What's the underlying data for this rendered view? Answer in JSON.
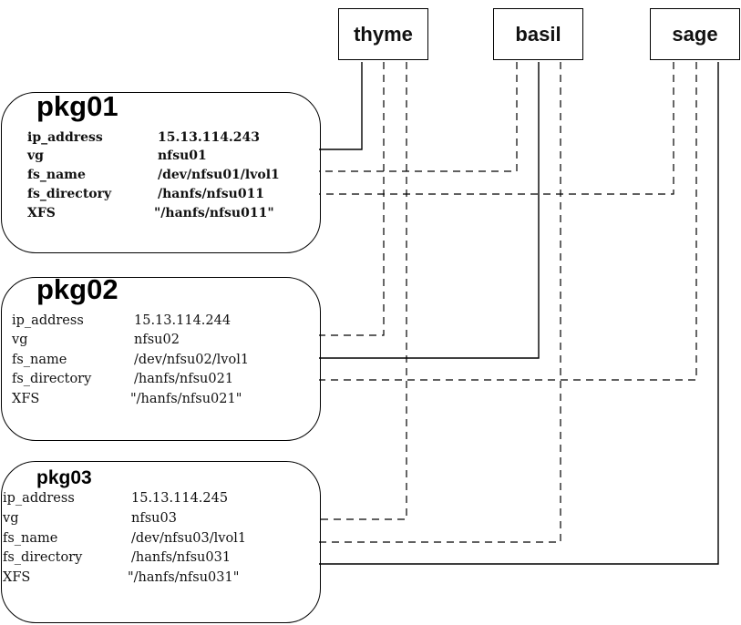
{
  "nodes": {
    "thyme": "thyme",
    "basil": "basil",
    "sage": "sage"
  },
  "packages": [
    {
      "title": "pkg01",
      "attributes": [
        {
          "key": "ip_address",
          "value": "15.13.114.243"
        },
        {
          "key": "vg",
          "value": "nfsu01"
        },
        {
          "key": "fs_name",
          "value": "/dev/nfsu01/lvol1"
        },
        {
          "key": "fs_directory",
          "value": "/hanfs/nfsu011"
        },
        {
          "key": "XFS",
          "value": "\"/hanfs/nfsu011\""
        }
      ]
    },
    {
      "title": "pkg02",
      "attributes": [
        {
          "key": "ip_address",
          "value": "15.13.114.244"
        },
        {
          "key": "vg",
          "value": "nfsu02"
        },
        {
          "key": "fs_name",
          "value": "/dev/nfsu02/lvol1"
        },
        {
          "key": "fs_directory",
          "value": "/hanfs/nfsu021"
        },
        {
          "key": "XFS",
          "value": "\"/hanfs/nfsu021\""
        }
      ]
    },
    {
      "title": "pkg03",
      "attributes": [
        {
          "key": "ip_address",
          "value": "15.13.114.245"
        },
        {
          "key": "vg",
          "value": "nfsu03"
        },
        {
          "key": "fs_name",
          "value": "/dev/nfsu03/lvol1"
        },
        {
          "key": "fs_directory",
          "value": "/hanfs/nfsu031"
        },
        {
          "key": "XFS",
          "value": "\"/hanfs/nfsu031\""
        }
      ]
    }
  ]
}
